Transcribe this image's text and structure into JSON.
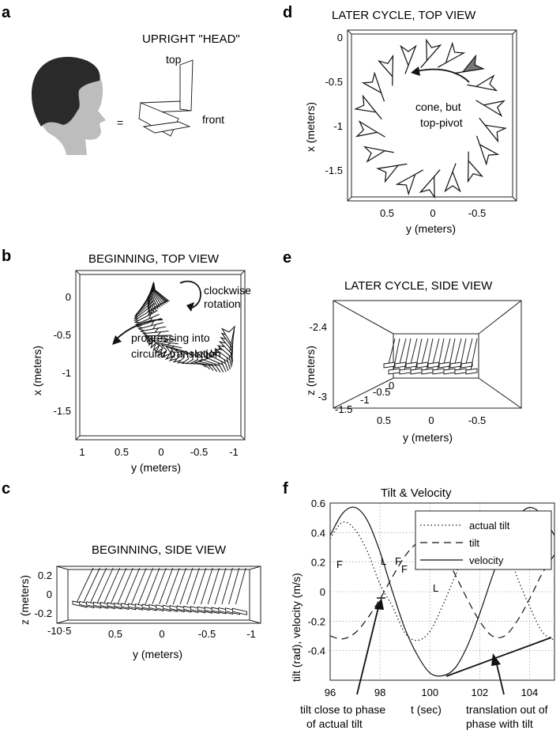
{
  "panels": {
    "a": {
      "label": "a",
      "title": "UPRIGHT \"HEAD\"",
      "equals": "=",
      "top_label": "top",
      "front_label": "front"
    },
    "b": {
      "label": "b",
      "title": "BEGINNING, TOP VIEW",
      "xlabel": "y (meters)",
      "ylabel": "x (meters)",
      "xticks": [
        "1",
        "0.5",
        "0",
        "-0.5",
        "-1"
      ],
      "yticks": [
        "0",
        "-0.5",
        "-1",
        "-1.5"
      ],
      "annotation1": [
        "clockwise",
        "rotation"
      ],
      "annotation2": [
        "progressing into",
        "circular translation"
      ]
    },
    "c": {
      "label": "c",
      "title": "BEGINNING, SIDE VIEW",
      "xlabel": "y (meters)",
      "ylabel": "z (meters)",
      "xticks": [
        "1",
        "0.5",
        "0",
        "-0.5",
        "-1"
      ],
      "yticks": [
        "0.2",
        "0",
        "-0.2"
      ],
      "overlap_tick": "-10·5"
    },
    "d": {
      "label": "d",
      "title": "LATER CYCLE, TOP VIEW",
      "xlabel": "y (meters)",
      "ylabel": "x (meters)",
      "xticks": [
        "0.5",
        "0",
        "-0.5"
      ],
      "yticks": [
        "0",
        "-0.5",
        "-1",
        "-1.5"
      ],
      "annotation": [
        "cone, but",
        "top-pivot"
      ]
    },
    "e": {
      "label": "e",
      "title": "LATER CYCLE, SIDE VIEW",
      "xlabel": "y (meters)",
      "ylabel": "z (meters)",
      "xticks": [
        "0.5",
        "0",
        "-0.5"
      ],
      "yticks": [
        "-2.4",
        "-3"
      ],
      "depth_ticks": [
        "-1.5",
        "-1",
        "-0.5",
        "0"
      ]
    },
    "f": {
      "label": "f",
      "markers": [
        "F",
        "L",
        "F",
        "F",
        "L"
      ],
      "annotation_left": [
        "tilt close to phase",
        "of actual tilt"
      ],
      "annotation_right": [
        "translation out of",
        "phase with tilt"
      ]
    }
  },
  "chart_data": [
    {
      "panel": "f",
      "type": "line",
      "title": "Tilt & Velocity",
      "xlabel": "t (sec)",
      "ylabel": "tilt (rad), velocity (m/s)",
      "xlim": [
        96,
        105
      ],
      "ylim": [
        -0.6,
        0.6
      ],
      "xticks": [
        96,
        98,
        100,
        102,
        104
      ],
      "yticks": [
        -0.4,
        -0.2,
        0,
        0.2,
        0.4,
        0.6
      ],
      "grid": true,
      "legend_position": "top-right",
      "series": [
        {
          "name": "actual tilt",
          "style": "dotted",
          "x": [
            96,
            96.5,
            97,
            97.5,
            98,
            98.5,
            99,
            99.5,
            100,
            100.5,
            101,
            101.5,
            102,
            102.5,
            103,
            103.5,
            104,
            104.5,
            105
          ],
          "y": [
            0.36,
            0.47,
            0.42,
            0.27,
            0.05,
            -0.1,
            -0.28,
            -0.33,
            -0.27,
            -0.1,
            0.1,
            0.3,
            0.42,
            0.45,
            0.35,
            0.1,
            -0.1,
            -0.27,
            -0.33
          ]
        },
        {
          "name": "tilt",
          "style": "dashed",
          "x": [
            96,
            96.5,
            97,
            97.5,
            98,
            98.5,
            99,
            99.5,
            100,
            100.5,
            101,
            101.5,
            102,
            102.5,
            103,
            103.5,
            104,
            104.5,
            105
          ],
          "y": [
            -0.3,
            -0.32,
            -0.28,
            -0.18,
            -0.05,
            0.1,
            0.24,
            0.33,
            0.35,
            0.28,
            0.12,
            -0.05,
            -0.2,
            -0.3,
            -0.3,
            -0.2,
            -0.05,
            0.12,
            0.25
          ]
        },
        {
          "name": "velocity",
          "style": "solid",
          "x": [
            96,
            96.5,
            97,
            97.5,
            98,
            98.5,
            99,
            99.5,
            100,
            100.5,
            101,
            101.5,
            102,
            102.5,
            103,
            103.5,
            104,
            104.5,
            105
          ],
          "y": [
            0.38,
            0.53,
            0.57,
            0.48,
            0.27,
            0.0,
            -0.25,
            -0.43,
            -0.55,
            -0.57,
            -0.52,
            -0.37,
            -0.15,
            0.1,
            0.33,
            0.5,
            0.57,
            0.52,
            0.38
          ]
        }
      ]
    }
  ]
}
